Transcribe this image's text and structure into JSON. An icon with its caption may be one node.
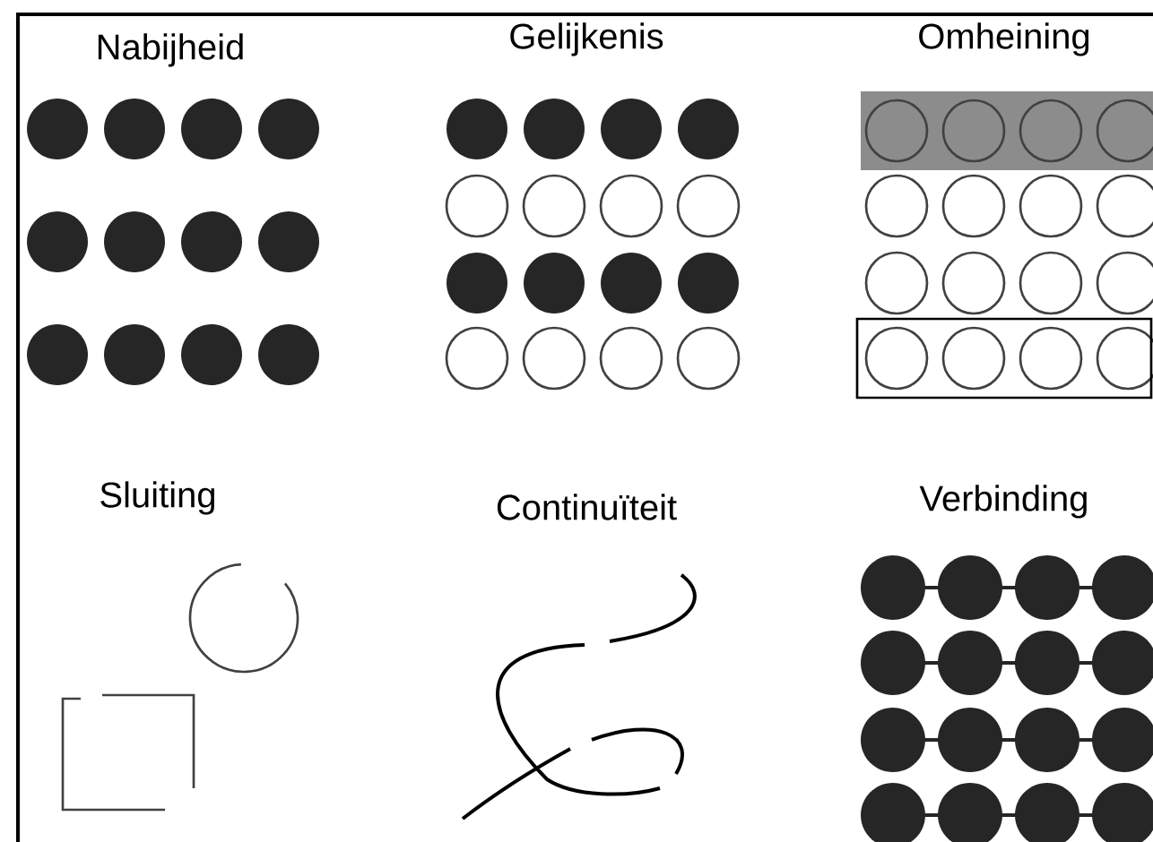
{
  "diagram": {
    "labels": [
      "Nabijheid",
      "Gelijkenis",
      "Omheining",
      "Sluiting",
      "Continuïteit",
      "Verbinding"
    ]
  }
}
